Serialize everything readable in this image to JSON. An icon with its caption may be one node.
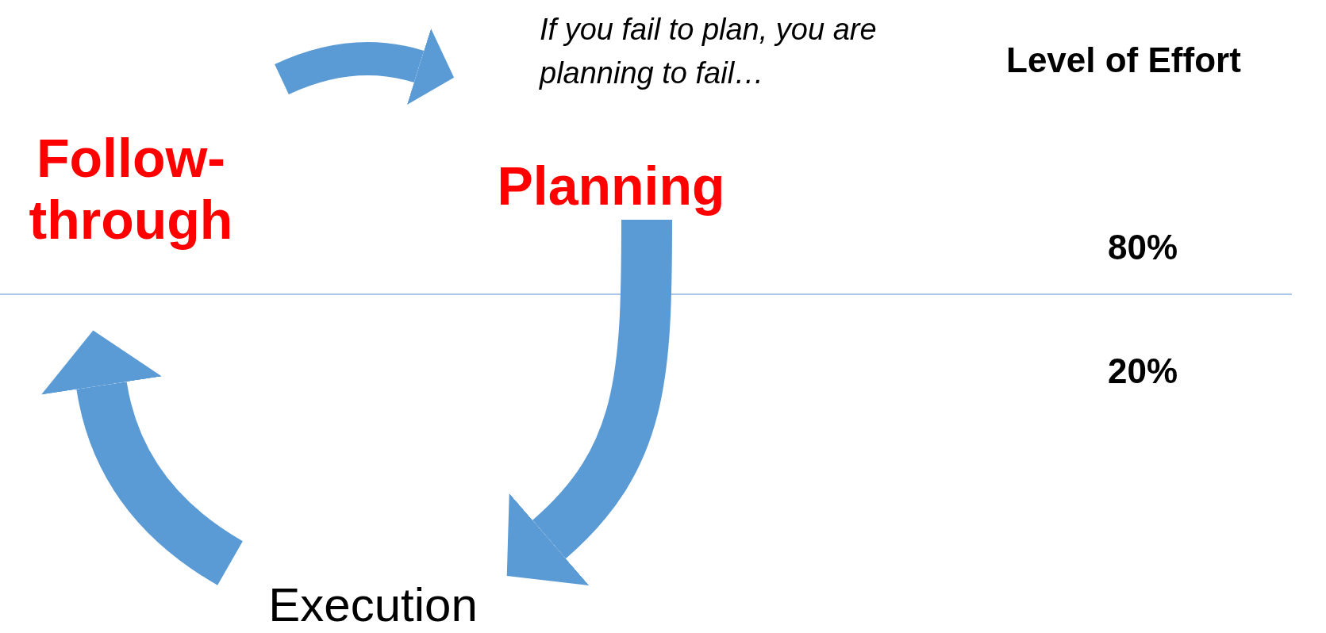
{
  "diagram": {
    "nodes": [
      {
        "text": [
          "Follow- through"
        ]
      },
      {
        "text": [
          "Planning"
        ]
      },
      {
        "text": [
          "Execution"
        ]
      }
    ],
    "edges": [
      {
        "from": 0,
        "to": 1,
        "arrow": "to"
      },
      {
        "from": 1,
        "to": 2,
        "arrow": "to"
      },
      {
        "from": 2,
        "to": 0,
        "arrow": "to"
      }
    ],
    "labels": [
      "If you fail to plan, you are planning to fail…",
      "Level of Effort",
      "80%",
      "20%"
    ]
  }
}
